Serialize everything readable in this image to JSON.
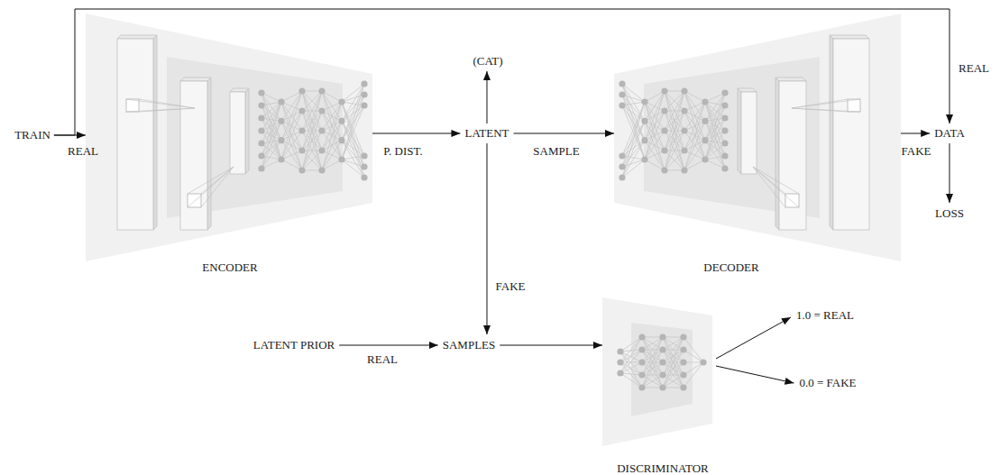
{
  "diagram": {
    "nodes": [
      {
        "text": [
          "TRAIN"
        ]
      },
      {
        "text": [
          "ENCODER"
        ]
      },
      {
        "text": [
          "LATENT"
        ]
      },
      {
        "text": [
          "(CAT)"
        ]
      },
      {
        "text": [
          "DECODER"
        ]
      },
      {
        "text": [
          "DATA"
        ]
      },
      {
        "text": [
          "LOSS"
        ]
      },
      {
        "text": [
          "LATENT PRIOR"
        ]
      },
      {
        "text": [
          "SAMPLES"
        ]
      },
      {
        "text": [
          "DISCRIMINATOR"
        ]
      },
      {
        "text": [
          "1.0 = REAL"
        ]
      },
      {
        "text": [
          "0.0 = FAKE"
        ]
      }
    ],
    "edges": [
      {
        "from": 0,
        "to": 1,
        "label": "REAL",
        "arrow": "to"
      },
      {
        "from": 1,
        "to": 2,
        "label": "P. DIST.",
        "arrow": "to"
      },
      {
        "from": 2,
        "to": 3,
        "arrow": "to"
      },
      {
        "from": 2,
        "to": 4,
        "label": "SAMPLE",
        "arrow": "to"
      },
      {
        "from": 4,
        "to": 5,
        "label": "FAKE",
        "arrow": "to"
      },
      {
        "from": 0,
        "to": 5,
        "label": "REAL",
        "arrow": "to"
      },
      {
        "from": 5,
        "to": 6,
        "arrow": "to"
      },
      {
        "from": 2,
        "to": 8,
        "label": "FAKE",
        "arrow": "to"
      },
      {
        "from": 7,
        "to": 8,
        "label": "REAL",
        "arrow": "to"
      },
      {
        "from": 8,
        "to": 9,
        "arrow": "to"
      },
      {
        "from": 9,
        "to": 10,
        "arrow": "to"
      },
      {
        "from": 9,
        "to": 11,
        "arrow": "to"
      }
    ]
  }
}
